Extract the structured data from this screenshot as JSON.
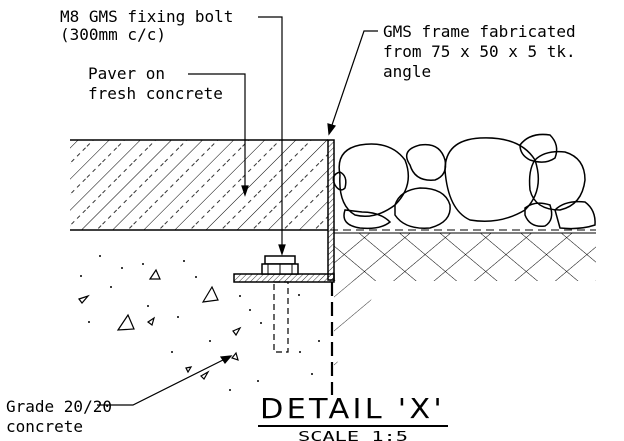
{
  "annotations": {
    "bolt_line1": "M8 GMS fixing bolt",
    "bolt_line2": "(300mm c/c)",
    "paver_line1": "Paver on",
    "paver_line2": "fresh concrete",
    "frame_line1": "GMS frame fabricated",
    "frame_line2": "from 75 x 50 x 5 tk.",
    "frame_line3": "angle",
    "grade_line1": "Grade 20/20",
    "grade_line2": "concrete"
  },
  "detail": {
    "title": "DETAIL 'X'",
    "subtitle": "SCALE 1:5"
  },
  "colors": {
    "ink": "#000000",
    "paper": "#ffffff"
  }
}
